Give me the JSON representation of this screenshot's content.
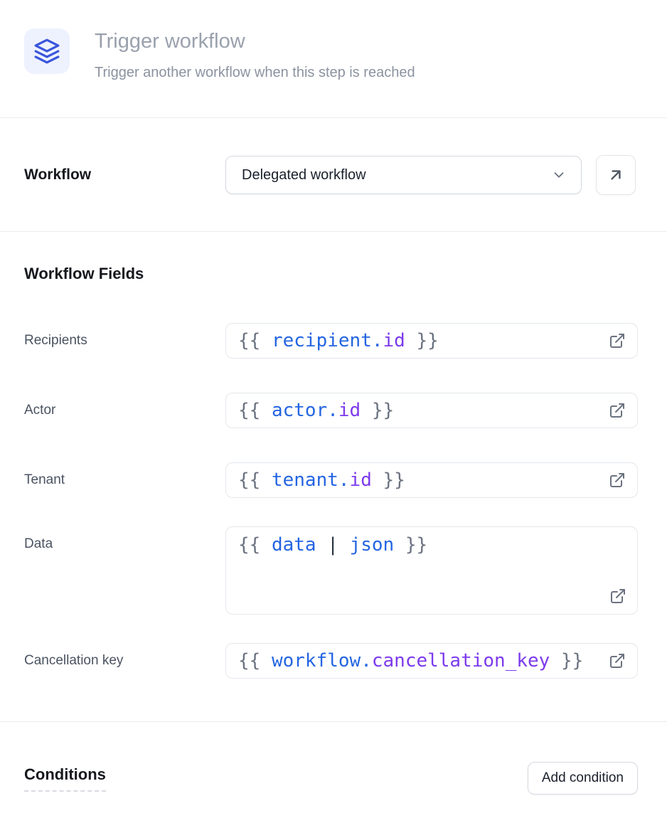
{
  "header": {
    "icon": "layers-icon",
    "title": "Trigger workflow",
    "subtitle": "Trigger another workflow when this step is reached"
  },
  "workflow_row": {
    "label": "Workflow",
    "selected_option": "Delegated workflow",
    "open_button_icon": "arrow-up-right-icon"
  },
  "fields_section": {
    "heading": "Workflow Fields",
    "fields": [
      {
        "label": "Recipients",
        "multiline": false,
        "value": "{{ recipient.id }}",
        "tokens": [
          {
            "type": "punct",
            "text": "{{ "
          },
          {
            "type": "var",
            "text": "recipient."
          },
          {
            "type": "prop",
            "text": "id"
          },
          {
            "type": "punct",
            "text": " }}"
          }
        ]
      },
      {
        "label": "Actor",
        "multiline": false,
        "value": "{{ actor.id }}",
        "tokens": [
          {
            "type": "punct",
            "text": "{{ "
          },
          {
            "type": "var",
            "text": "actor."
          },
          {
            "type": "prop",
            "text": "id"
          },
          {
            "type": "punct",
            "text": " }}"
          }
        ]
      },
      {
        "label": "Tenant",
        "multiline": false,
        "value": "{{ tenant.id }}",
        "tokens": [
          {
            "type": "punct",
            "text": "{{ "
          },
          {
            "type": "var",
            "text": "tenant."
          },
          {
            "type": "prop",
            "text": "id"
          },
          {
            "type": "punct",
            "text": " }}"
          }
        ]
      },
      {
        "label": "Data",
        "multiline": true,
        "value": "{{ data | json }}",
        "tokens": [
          {
            "type": "punct",
            "text": "{{ "
          },
          {
            "type": "var",
            "text": "data"
          },
          {
            "type": "pipe",
            "text": " | "
          },
          {
            "type": "var",
            "text": "json"
          },
          {
            "type": "punct",
            "text": " }}"
          }
        ]
      },
      {
        "label": "Cancellation key",
        "multiline": false,
        "value": "{{ workflow.cancellation_key }}",
        "tokens": [
          {
            "type": "punct",
            "text": "{{ "
          },
          {
            "type": "var",
            "text": "workflow."
          },
          {
            "type": "prop",
            "text": "cancellation_key"
          },
          {
            "type": "punct",
            "text": " }}"
          }
        ]
      }
    ]
  },
  "conditions_section": {
    "heading": "Conditions",
    "add_button_label": "Add condition"
  },
  "colors": {
    "accent_blue": "#3B55DB",
    "icon_background": "#EEF2FF",
    "code_variable": "#2465E1",
    "code_property": "#7C3AED",
    "code_punctuation": "#6B7280",
    "heading_text": "#16181D",
    "muted_title": "#9AA1AD"
  }
}
